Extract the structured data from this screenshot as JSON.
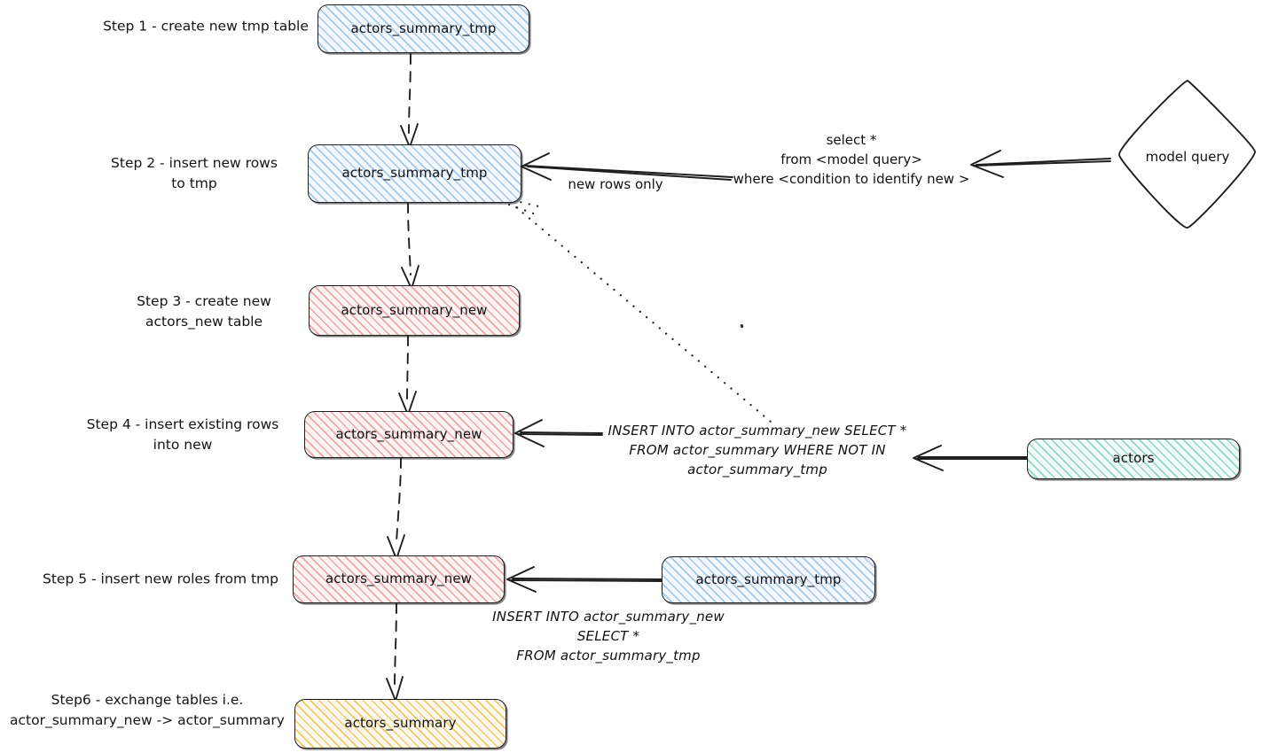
{
  "diagram": {
    "title": "Incremental model rebuild via temp + new table swap",
    "style": "hand-drawn excalidraw-like flowchart",
    "colors": {
      "tmp_table_fill": "#78aadc",
      "new_table_fill": "#e27878",
      "source_table_fill": "#5abeaa",
      "final_table_fill": "#e8b237",
      "stroke": "#1e1e1e",
      "background": "#ffffff"
    }
  },
  "captions": [
    {
      "id": "step1",
      "text": "Step 1 - create new tmp table"
    },
    {
      "id": "step2",
      "text": "Step 2 - insert new rows\nto tmp"
    },
    {
      "id": "step3",
      "text": "Step 3 - create new\nactors_new table"
    },
    {
      "id": "step4",
      "text": "Step 4 - insert existing rows\ninto new"
    },
    {
      "id": "step5",
      "text": "Step 5 - insert new roles from tmp"
    },
    {
      "id": "step6",
      "text": "Step6 - exchange tables i.e.\nactor_summary_new -> actor_summary"
    }
  ],
  "nodes": [
    {
      "id": "tmp1",
      "label": "actors_summary_tmp",
      "shape": "rounded-rect",
      "fill": "hatch-blue"
    },
    {
      "id": "tmp2",
      "label": "actors_summary_tmp",
      "shape": "rounded-rect",
      "fill": "hatch-blue"
    },
    {
      "id": "new3",
      "label": "actors_summary_new",
      "shape": "rounded-rect",
      "fill": "hatch-red"
    },
    {
      "id": "new4",
      "label": "actors_summary_new",
      "shape": "rounded-rect",
      "fill": "hatch-red"
    },
    {
      "id": "new5",
      "label": "actors_summary_new",
      "shape": "rounded-rect",
      "fill": "hatch-red"
    },
    {
      "id": "final6",
      "label": "actors_summary",
      "shape": "rounded-rect",
      "fill": "hatch-yellow"
    },
    {
      "id": "tmp5",
      "label": "actors_summary_tmp",
      "shape": "rounded-rect",
      "fill": "hatch-blue"
    },
    {
      "id": "actors",
      "label": "actors",
      "shape": "rounded-rect",
      "fill": "hatch-teal"
    },
    {
      "id": "model",
      "label": "model query",
      "shape": "diamond",
      "fill": "none"
    }
  ],
  "annotations": [
    {
      "id": "new-rows-only",
      "text": "new rows only"
    },
    {
      "id": "model-query-sql",
      "text": "select *\nfrom <model query>\nwhere <condition to identify new >"
    },
    {
      "id": "insert-existing-sql",
      "text": "INSERT INTO actor_summary_new SELECT *\nFROM actor_summary WHERE NOT IN\nactor_summary_tmp"
    },
    {
      "id": "insert-from-tmp-sql",
      "text": "INSERT INTO actor_summary_new\nSELECT *\nFROM actor_summary_tmp"
    }
  ],
  "edges": [
    {
      "id": "tmp1-to-tmp2",
      "from": "tmp1",
      "to": "tmp2",
      "style": "dashed",
      "direction": "down"
    },
    {
      "id": "tmp2-to-new3",
      "from": "tmp2",
      "to": "new3",
      "style": "dashed",
      "direction": "down"
    },
    {
      "id": "new3-to-new4",
      "from": "new3",
      "to": "new4",
      "style": "dashed",
      "direction": "down"
    },
    {
      "id": "new4-to-new5",
      "from": "new4",
      "to": "new5",
      "style": "dashed",
      "direction": "down"
    },
    {
      "id": "new5-to-final6",
      "from": "new5",
      "to": "final6",
      "style": "dashed",
      "direction": "down"
    },
    {
      "id": "modelsql-to-tmp2",
      "from": "model-query-sql",
      "to": "tmp2",
      "style": "solid",
      "direction": "left",
      "label": "new rows only"
    },
    {
      "id": "model-to-modelsql",
      "from": "model",
      "to": "model-query-sql",
      "style": "solid",
      "direction": "left"
    },
    {
      "id": "tmp2-to-insert-note",
      "from": "tmp2",
      "to": "insert-existing-sql",
      "style": "dotted",
      "direction": "down-right"
    },
    {
      "id": "insertsql-to-new4",
      "from": "insert-existing-sql",
      "to": "new4",
      "style": "solid",
      "direction": "left"
    },
    {
      "id": "actors-to-insertsql",
      "from": "actors",
      "to": "insert-existing-sql",
      "style": "solid",
      "direction": "left"
    },
    {
      "id": "tmp5-to-new5",
      "from": "tmp5",
      "to": "new5",
      "style": "solid",
      "direction": "left"
    }
  ]
}
